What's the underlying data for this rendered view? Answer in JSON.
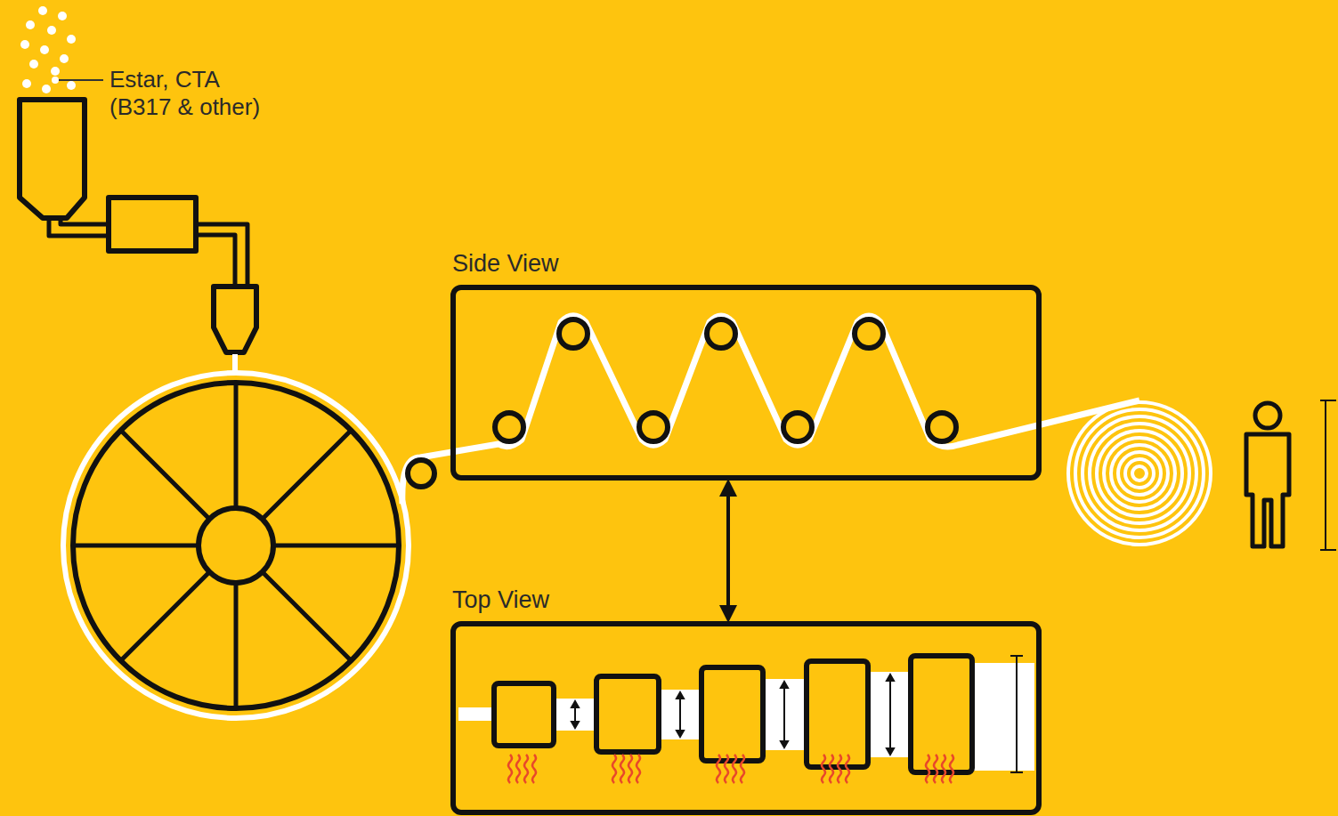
{
  "diagram": {
    "nodes": [
      {
        "text": [
          "Side View"
        ]
      },
      {
        "text": [
          "Top View"
        ]
      }
    ],
    "edges": [
      {
        "from": 0,
        "to": 1,
        "arrow": "both"
      }
    ],
    "labels": [
      "Estar, CTA (B317 & other)"
    ]
  }
}
